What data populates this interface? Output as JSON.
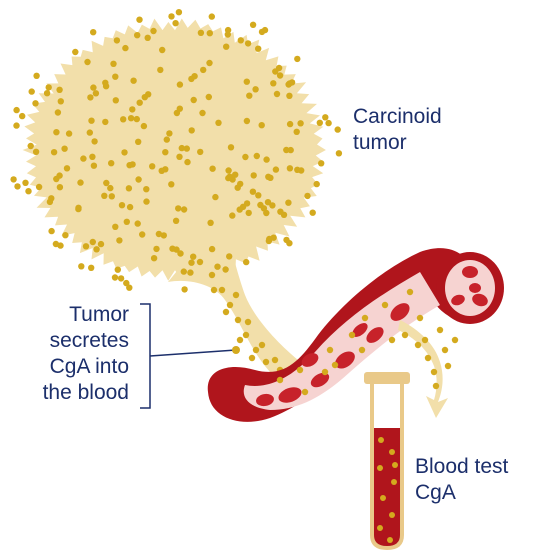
{
  "labels": {
    "tumor": [
      "Carcinoid",
      "tumor"
    ],
    "secretes": [
      "Tumor",
      "secretes",
      "CgA into",
      "the blood"
    ],
    "blood_test": [
      "Blood test",
      "CgA"
    ]
  },
  "colors": {
    "text": "#1c2f6b",
    "tumor_fill": "#f2dfaa",
    "particle": "#d4aa1e",
    "vessel": "#b0151c",
    "vessel_lumen": "#f6d3d1",
    "red_cell": "#c7222a",
    "tube_rim": "#e9c989",
    "callout_line": "#1c2f6b"
  },
  "icons": {
    "tumor": "carcinoid-tumor-mass",
    "vessel": "blood-vessel",
    "tube": "blood-test-tube"
  }
}
